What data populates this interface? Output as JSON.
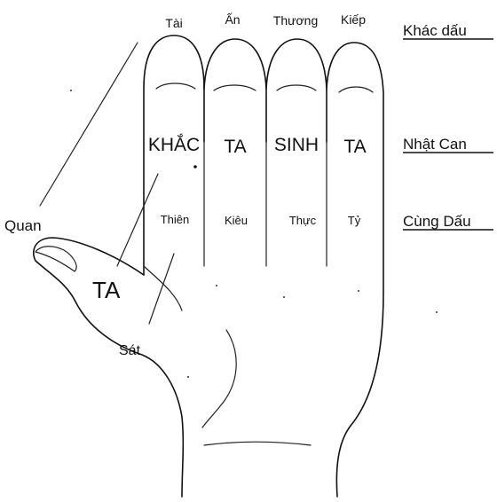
{
  "top_labels": {
    "tai": "Tài",
    "an": "Ấn",
    "thuong": "Thương",
    "kiep": "Kiếp"
  },
  "right_labels": {
    "khac_dau": "Khác dấu",
    "nhat_can": "Nhật Can",
    "cung_dau": "Cùng Dấu"
  },
  "finger_words": {
    "khac": "KHẮC",
    "ta1": "TA",
    "sinh": "SINH",
    "ta2": "TA"
  },
  "base_labels": {
    "thien": "Thiên",
    "kieu": "Kiêu",
    "thuc": "Thực",
    "ty": "Tỷ"
  },
  "side_labels": {
    "quan": "Quan",
    "thumb_ta": "TA",
    "sat": "Sát"
  },
  "colors": {
    "ink": "#111111",
    "background": "#ffffff"
  }
}
